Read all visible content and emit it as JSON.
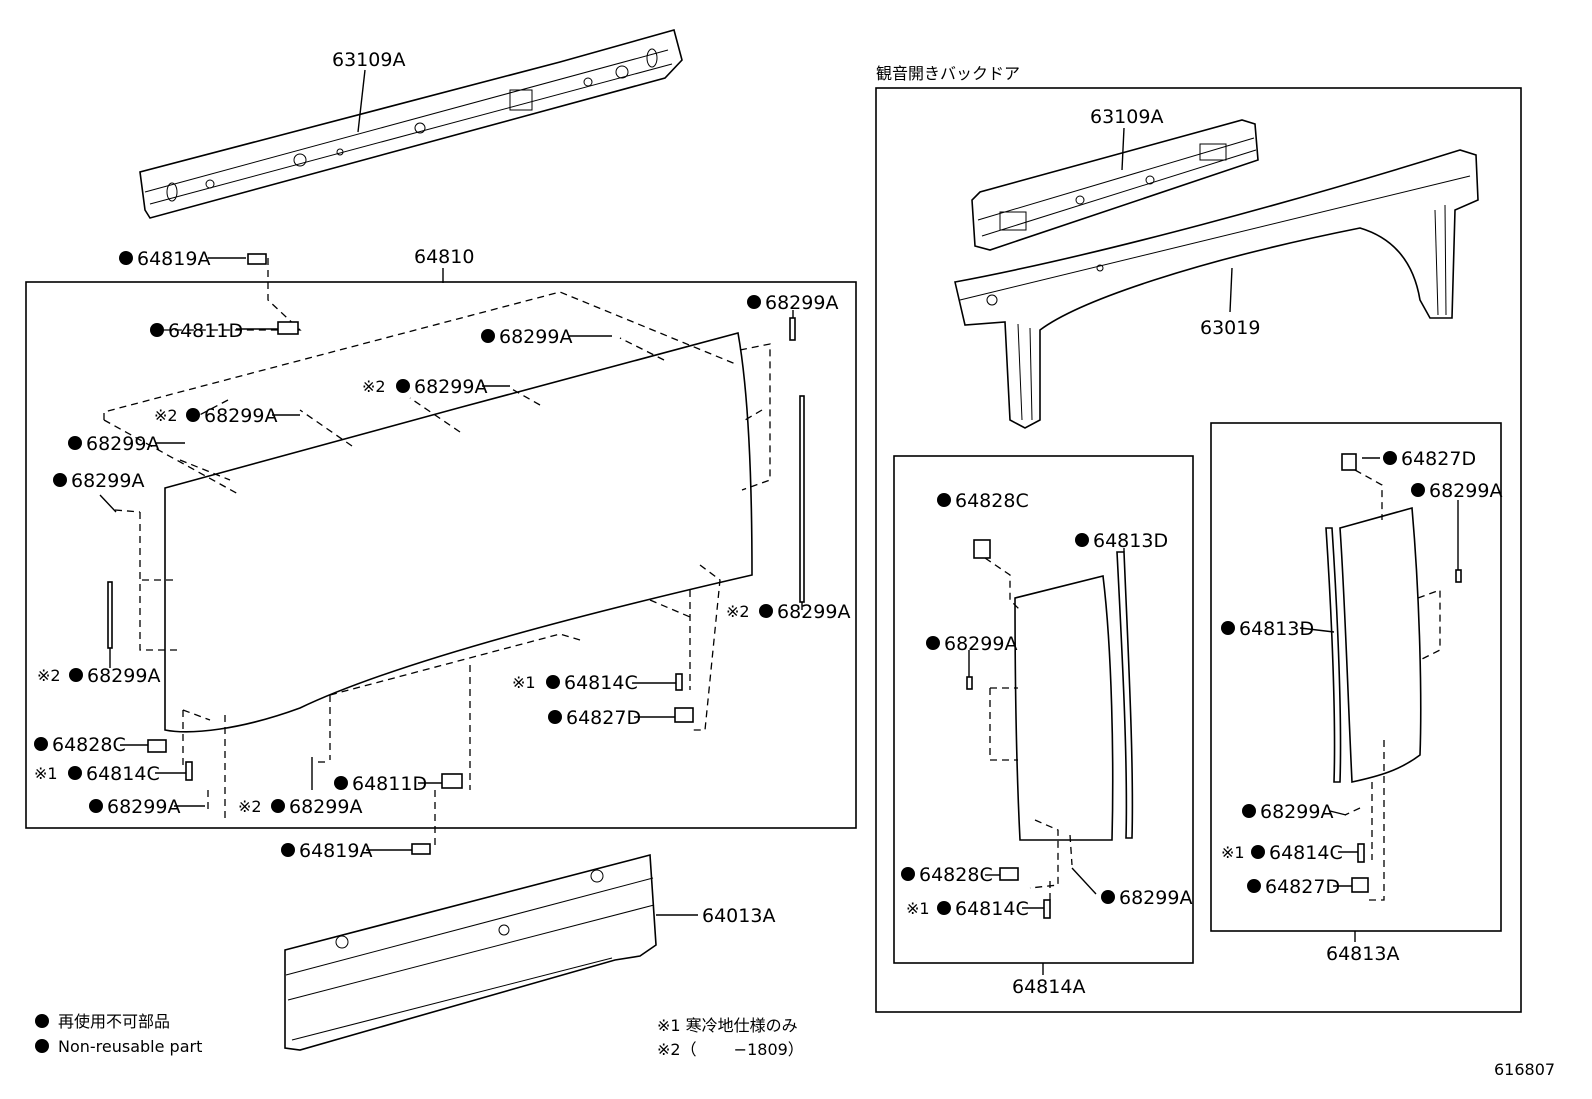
{
  "section_title": "観音開きバックドア",
  "labels": {
    "roof_rail_top": "63109A",
    "roof_rail_right": "63109A",
    "rear_header": "63019",
    "glass_assy_left": "64810",
    "glass_assy_right_left": "64814A",
    "glass_assy_right_right": "64813A",
    "lower_panel": "64013A",
    "p_64819A_top": "64819A",
    "p_64811D_top": "64811D",
    "p_68299A_a": "68299A",
    "p_68299A_b": "68299A",
    "p_68299A_c": "68299A",
    "p_68299A_d": "68299A",
    "p_68299A_e": "68299A",
    "p_68299A_f": "68299A",
    "p_68299A_g": "68299A",
    "p_68299A_h": "68299A",
    "p_68299A_i": "68299A",
    "p_68299A_j": "68299A",
    "p_64814C_right": "64814C",
    "p_64827D_right": "64827D",
    "p_64828C_left": "64828C",
    "p_64814C_left": "64814C",
    "p_64811D_bottom": "64811D",
    "p_64819A_bottom": "64819A",
    "r_64828C_top": "64828C",
    "r_64813D_a": "64813D",
    "r_68299A_a": "68299A",
    "r_64828C_bottom": "64828C",
    "r_68299A_b": "68299A",
    "r_64814C_a": "64814C",
    "r_64827D_top": "64827D",
    "r_68299A_c": "68299A",
    "r_64813D_b": "64813D",
    "r_68299A_d": "68299A",
    "r_64814C_b": "64814C",
    "r_64827D_bottom": "64827D"
  },
  "marks": {
    "note1": "※1",
    "note2": "※2"
  },
  "legend": {
    "line1_jp": "再使用不可部品",
    "line2_en": "Non-reusable part"
  },
  "footnotes": {
    "note1": "※1 寒冷地仕様のみ",
    "note2": "※2（　　 −1809）"
  },
  "figure_id": "616807"
}
